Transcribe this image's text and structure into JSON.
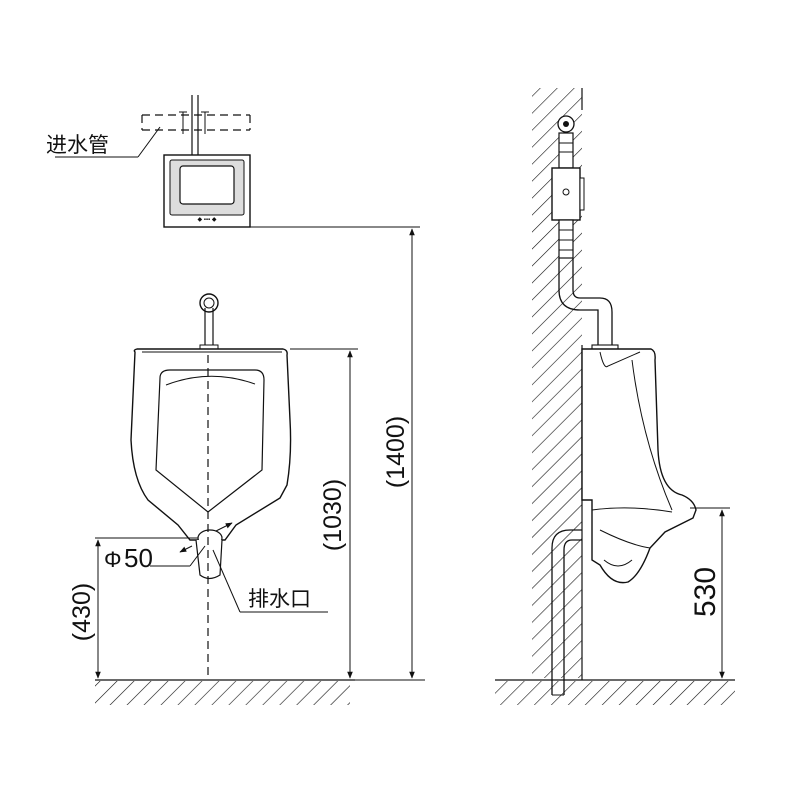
{
  "labels": {
    "inlet_pipe": "进水管",
    "drain_outlet": "排水口",
    "diameter_prefix": "Φ",
    "diameter_value": "50"
  },
  "dimensions": {
    "total_height": "(1400)",
    "urinal_top_height": "(1030)",
    "outlet_height": "(430)",
    "lip_height": "530"
  }
}
